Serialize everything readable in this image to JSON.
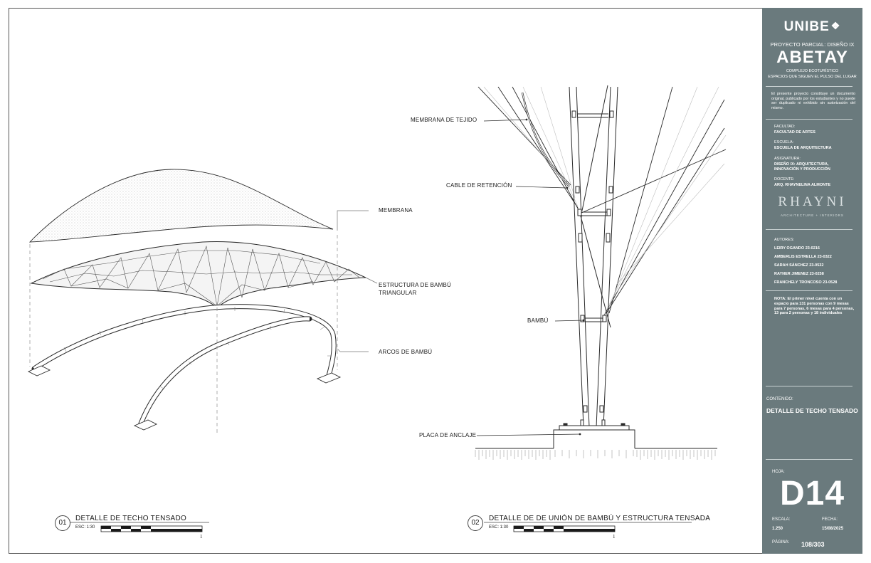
{
  "labels": {
    "membrana": "MEMBRANA",
    "estructura": "ESTRUCTURA DE BAMBÚ TRIANGULAR",
    "arcos": "ARCOS DE BAMBÚ",
    "membrana_tejido": "MEMBRANA DE TEJIDO",
    "cable": "CABLE DE RETENCIÓN",
    "bambu": "BAMBÚ",
    "placa": "PLACA DE ANCLAJE"
  },
  "drawing1": {
    "number": "01",
    "title": "DETALLE DE TECHO TENSADO",
    "scale": "ESC: 1:30",
    "bar_end": "1"
  },
  "drawing2": {
    "number": "02",
    "title": "DETALLE DE DE UNIÓN DE BAMBÚ Y ESTRUCTURA TENSADA",
    "scale": "ESC: 1:30",
    "bar_end": "1"
  },
  "title_block": {
    "logo": "UNIBE",
    "project": "PROYECTO PARCIAL: DISEÑO IX",
    "name": "ABETAY",
    "subtitle1": "COMPLEJO ECOTURÍSTICO",
    "subtitle2": "ESPACIOS QUE SIGUEN EL PULSO DEL LUGAR",
    "disclaimer": "El presente proyecto constituye un documento original, publicado por los estudiantes y no puede ser duplicado ni exhibido sin autorización del mismo.",
    "facultad_label": "FACULTAD:",
    "facultad": "FACULTAD DE ARTES",
    "escuela_label": "ESCUELA:",
    "escuela": "ESCUELA DE ARQUITECTURA",
    "asignatura_label": "ASIGNATURA:",
    "asignatura": "DISEÑO IX: ARQUITECTURA, INNOVACIÓN Y PRODUCCIÓN",
    "docente_label": "DOCENTE:",
    "docente": "ARQ. RHAYNELINA ALMONTE",
    "brand": "RHAYNI",
    "brand_sub": "ARCHITECTURE + INTERIORS",
    "autores_label": "AUTORES:",
    "autores": [
      "LEIRY OGANDO 23-0216",
      "AMBERLIS ESTRELLA 23-0322",
      "SARAH SÁNCHEZ 23-0532",
      "RAYNER JIMENEZ 23-0258",
      "FRANCHELY TRONCOSO 23-0528"
    ],
    "nota": "NOTA: El primer nivel cuenta con un espacio para 131 personas con 9 mesas para 7 personas, 6 mesas para 4 personas, 13 para 2 personas y 18 individuales",
    "contenido_label": "CONTENIDO:",
    "contenido": "DETALLE DE TECHO TENSADO",
    "hoja_label": "HOJA:",
    "hoja": "D14",
    "escala_label": "ESCALA:",
    "escala": "1.250",
    "fecha_label": "FECHA:",
    "fecha": "15/08/2025",
    "pagina_label": "PÁGINA:",
    "pagina": "108/303"
  },
  "colors": {
    "title_block_bg": "#6a7a7d",
    "line": "#2a2a2a"
  }
}
